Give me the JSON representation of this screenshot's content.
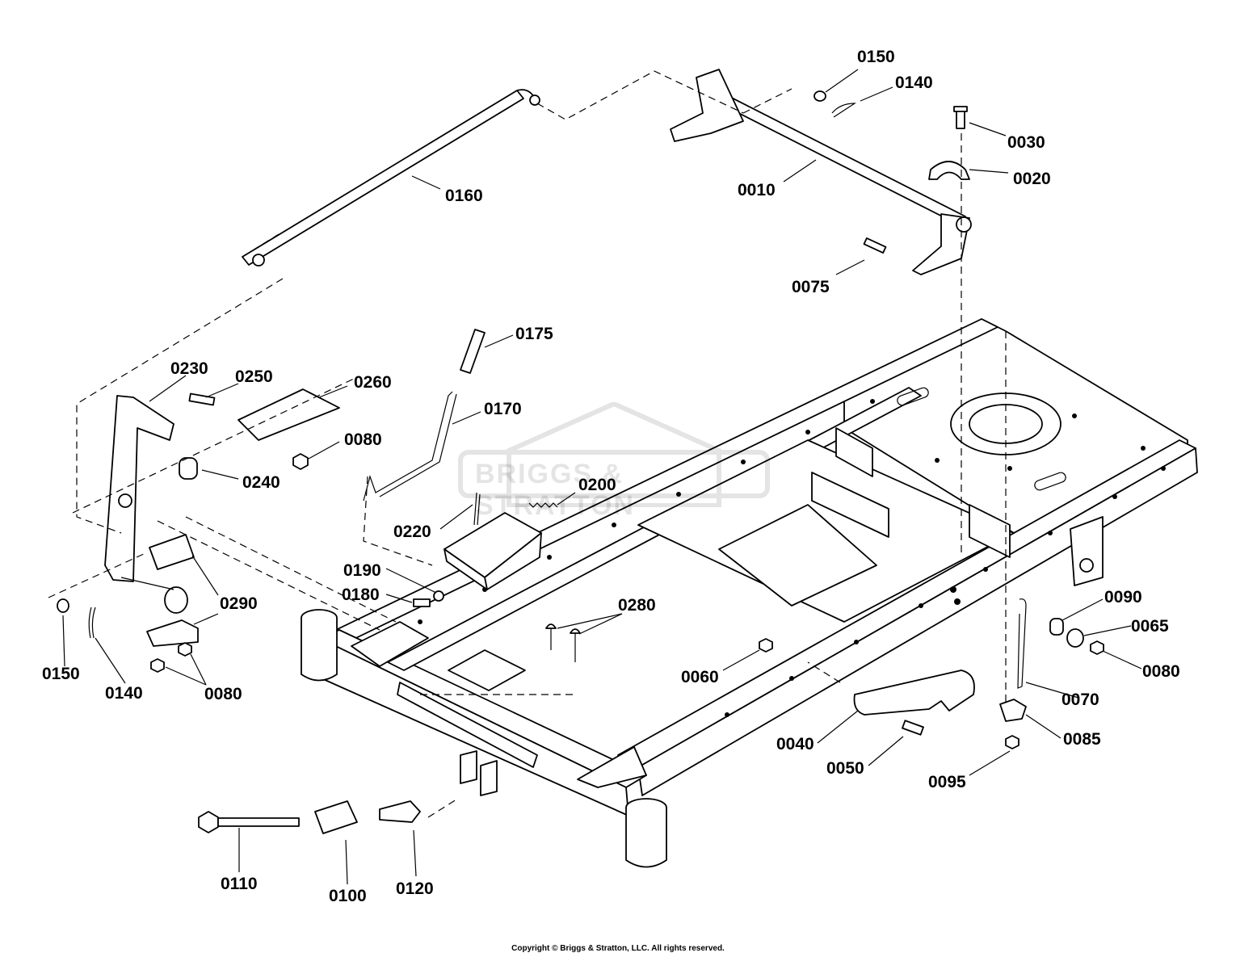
{
  "labels": {
    "p0010": "0010",
    "p0020": "0020",
    "p0030": "0030",
    "p0040": "0040",
    "p0050": "0050",
    "p0060": "0060",
    "p0065": "0065",
    "p0070": "0070",
    "p0075": "0075",
    "p0080_a": "0080",
    "p0080_b": "0080",
    "p0080_c": "0080",
    "p0085": "0085",
    "p0090": "0090",
    "p0095": "0095",
    "p0100": "0100",
    "p0110": "0110",
    "p0120": "0120",
    "p0140_a": "0140",
    "p0140_b": "0140",
    "p0150_a": "0150",
    "p0150_b": "0150",
    "p0160": "0160",
    "p0170": "0170",
    "p0175": "0175",
    "p0180": "0180",
    "p0190": "0190",
    "p0200": "0200",
    "p0220": "0220",
    "p0230": "0230",
    "p0240": "0240",
    "p0250": "0250",
    "p0260": "0260",
    "p0280": "0280",
    "p0290": "0290"
  },
  "watermark": "BRIGGS & STRATTON",
  "copyright": "Copyright © Briggs & Stratton, LLC. All rights reserved."
}
